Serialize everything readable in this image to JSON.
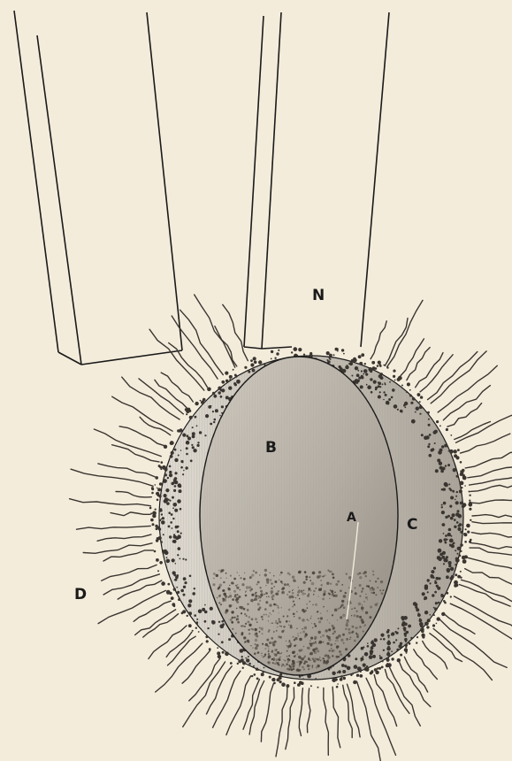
{
  "figure": {
    "labels": {
      "n": "N",
      "b": "B",
      "a": "A",
      "c": "C",
      "d": "D"
    },
    "colors": {
      "background": "#f3ecdb",
      "ink": "#1a1a1a",
      "filings": "#3a3530",
      "disc_face": "#bdb6ac",
      "disc_rim": "#d6d0c6"
    }
  }
}
